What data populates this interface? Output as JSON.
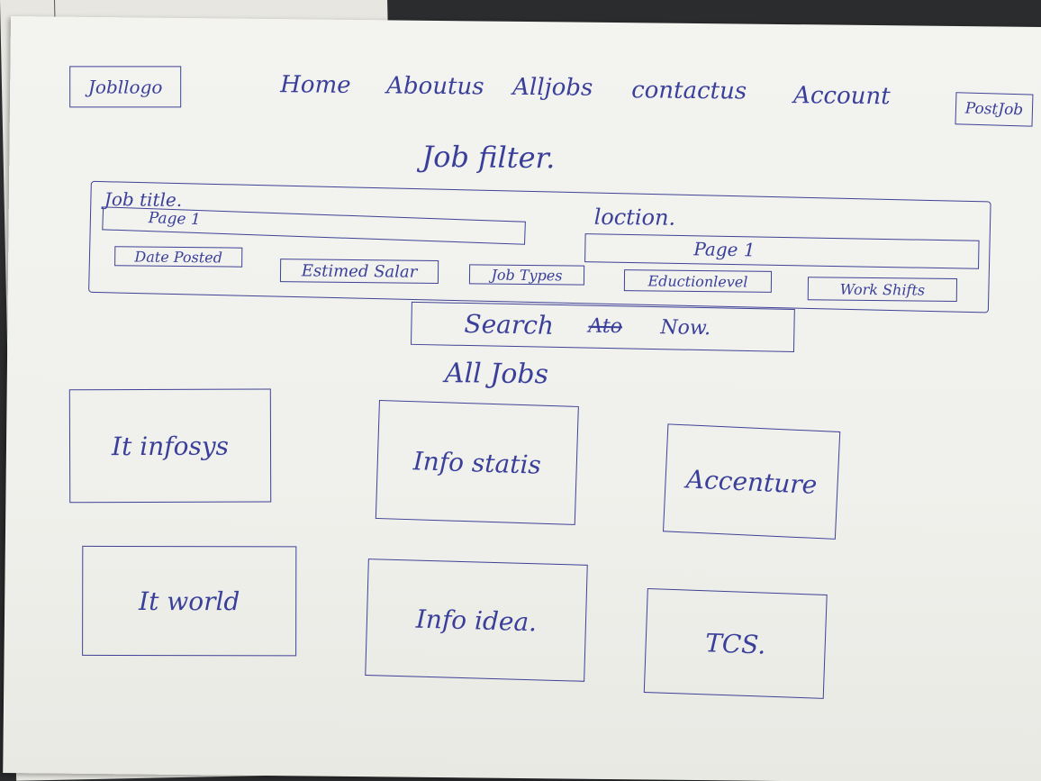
{
  "header": {
    "logo": "Jobllogo",
    "nav": [
      "Home",
      "Aboutus",
      "Alljobs",
      "contactus",
      "Account"
    ],
    "post_job": "PostJob"
  },
  "filter": {
    "title": "Job filter.",
    "job_title_label": "Job title.",
    "job_title_value": "Page 1",
    "location_label": "loction.",
    "location_value": "Page 1",
    "chips": [
      "Date Posted",
      "Estimed Salar",
      "Job Types",
      "Eductionlevel",
      "Work Shifts"
    ],
    "search_label": "Search",
    "search_struck": "Ato",
    "search_suffix": "Now."
  },
  "jobs": {
    "heading": "All Jobs",
    "cards": [
      "It infosys",
      "Info statis",
      "Accenture",
      "It world",
      "Info idea.",
      "TCS."
    ]
  }
}
